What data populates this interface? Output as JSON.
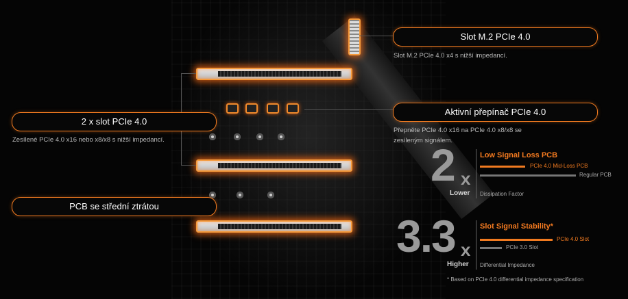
{
  "labels": {
    "m2": "Slot M.2 PCIe 4.0",
    "m2_desc": "Slot M.2 PCIe 4.0 x4 s nižší impedancí.",
    "switch": "Aktivní přepínač PCIe 4.0",
    "switch_desc_1": "Přepněte PCIe 4.0 x16 na PCIe 4.0 x8/x8 se",
    "switch_desc_2": "zesíleným signálem.",
    "slots": "2 x slot PCIe 4.0",
    "slots_desc": "Zesílené PCIe 4.0 x16 nebo x8/x8 s nižší impedancí.",
    "pcb": "PCB se střední ztrátou"
  },
  "stat1": {
    "value": "2",
    "suffix": "x",
    "caption": "Lower",
    "title": "Low Signal Loss PCB",
    "bar1_label": "PCIe 4.0 Mid-Loss PCB",
    "bar2_label": "Regular PCB",
    "metric": "Dissipation Factor"
  },
  "stat2": {
    "value": "3.3",
    "suffix": "x",
    "caption": "Higher",
    "title": "Slot Signal Stability*",
    "bar1_label": "PCIe 4.0 Slot",
    "bar2_label": "PCIe 3.0 Slot",
    "metric": "Differential Impedance"
  },
  "footnote": "* Based on PCIe 4.0 differential impedance specification",
  "colors": {
    "accent": "#f07a20",
    "bar_grey": "#777777"
  }
}
